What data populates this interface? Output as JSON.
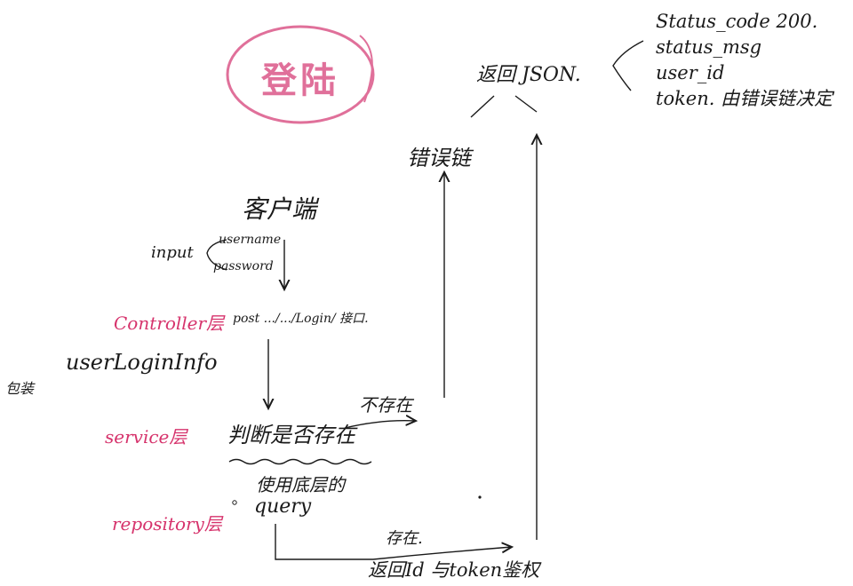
{
  "title": "登陆",
  "response": {
    "label": "返回 JSON.",
    "fields": [
      "Status_code 200.",
      "status_msg",
      "user_id",
      "token. 由错误链决定"
    ]
  },
  "error_chain": "错误链",
  "client": "客户端",
  "input": {
    "label": "input",
    "fields": [
      "username",
      "password"
    ]
  },
  "controller": {
    "layer": "Controller层",
    "endpoint": "post .../.../Login/ 接口."
  },
  "wrap": {
    "label": "包装",
    "value": "userLoginInfo"
  },
  "service": {
    "layer": "service层",
    "action": "判断是否存在",
    "not_exist": "不存在"
  },
  "repository": {
    "layer": "repository层",
    "action_line1": "使用底层的",
    "action_line2": "query"
  },
  "exist": {
    "label": "存在.",
    "result": "返回Id 与token鉴权"
  },
  "colors": {
    "ink": "#1a1a1a",
    "layer_pink": "#d6336c",
    "title_pink": "#e0709a"
  }
}
